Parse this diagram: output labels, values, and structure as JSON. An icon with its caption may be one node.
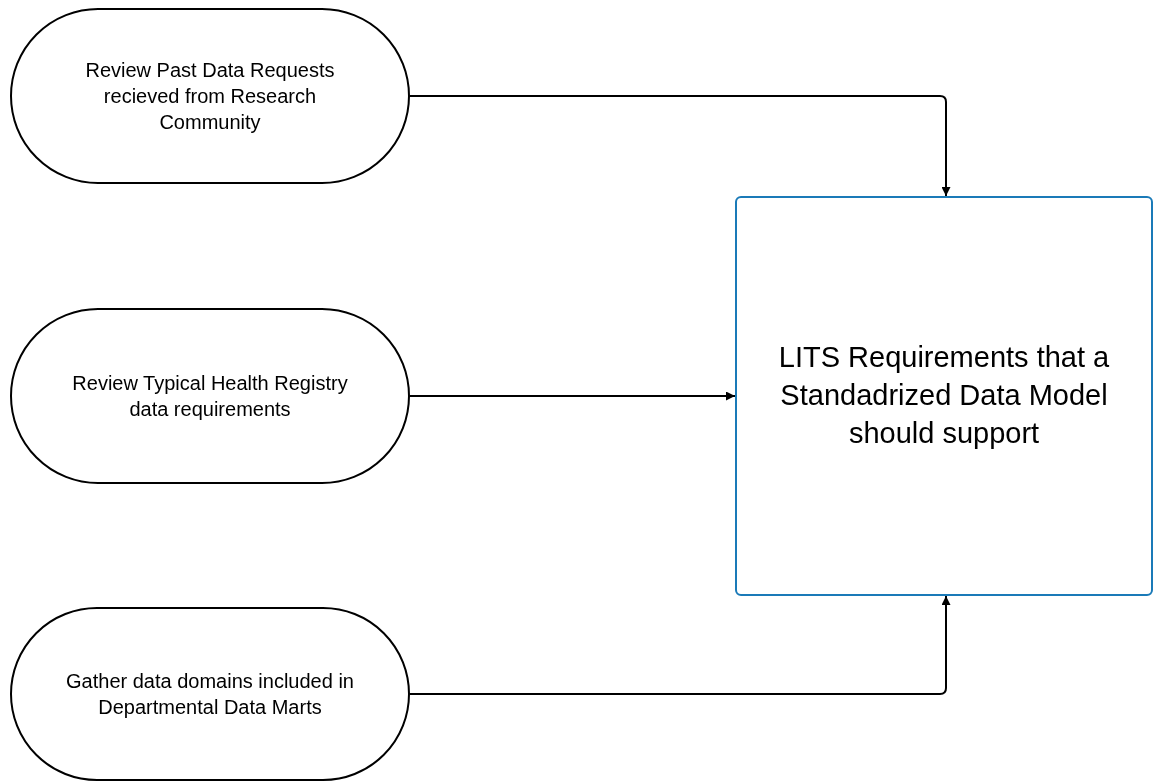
{
  "diagram": {
    "nodes": [
      {
        "text": [
          "Review Past Data Requests recieved from Research Community"
        ]
      },
      {
        "text": [
          "Review Typical Health Registry data requirements"
        ]
      },
      {
        "text": [
          "Gather data domains included in Departmental Data Marts"
        ]
      },
      {
        "text": [
          "LITS Requirements that a Standadrized Data Model should support"
        ]
      }
    ],
    "edges": [
      {
        "from": 0,
        "to": 3,
        "arrow": "to"
      },
      {
        "from": 1,
        "to": 3,
        "arrow": "to"
      },
      {
        "from": 2,
        "to": 3,
        "arrow": "to"
      }
    ]
  }
}
